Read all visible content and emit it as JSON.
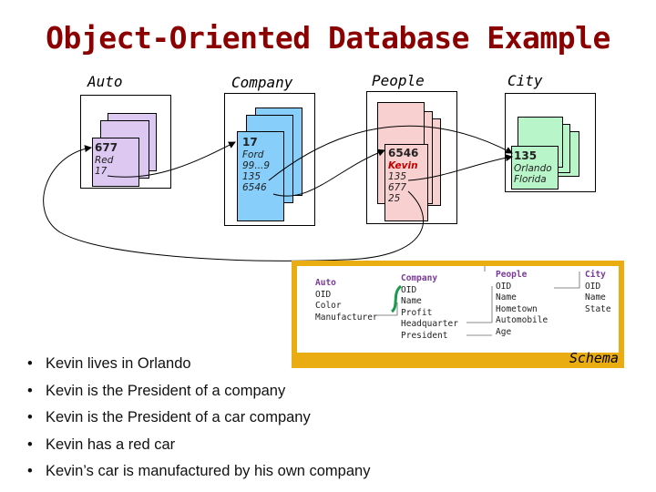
{
  "title": "Object-Oriented Database Example",
  "columns": [
    "Auto",
    "Company",
    "People",
    "City"
  ],
  "cards": {
    "auto": [
      "677",
      "Red",
      "17"
    ],
    "company": [
      "17",
      "Ford",
      "99...9",
      "135",
      "6546"
    ],
    "people": [
      "6546",
      "Kevin",
      "135",
      "677",
      "25"
    ],
    "city": [
      "135",
      "Orlando",
      "Florida"
    ]
  },
  "card_colors": {
    "auto": "#dcc8f0",
    "company": "#87cefa",
    "people": "#f8d0d0",
    "city": "#b8f5c8"
  },
  "schema": {
    "label": "Schema",
    "frame_color": "#e9ad12",
    "auto": {
      "name": "Auto",
      "fields": [
        "OID",
        "Color",
        "Manufacturer"
      ]
    },
    "company": {
      "name": "Company",
      "fields": [
        "OID",
        "Name",
        "Profit",
        "Headquarter",
        "President"
      ]
    },
    "people": {
      "name": "People",
      "fields": [
        "OID",
        "Name",
        "Hometown",
        "Automobile",
        "Age"
      ]
    },
    "city": {
      "name": "City",
      "fields": [
        "OID",
        "Name",
        "State"
      ]
    }
  },
  "bullet_char": "•",
  "bullets": [
    "Kevin lives in Orlando",
    "Kevin is the President of a company",
    "Kevin is the President of a car company",
    "Kevin has a red car",
    "Kevin’s car is manufactured by his own company"
  ]
}
